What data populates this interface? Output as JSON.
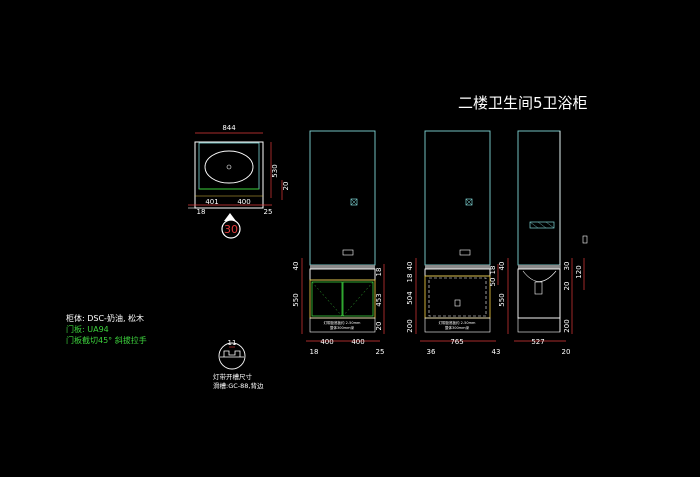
{
  "title": "二楼卫生间5卫浴柜",
  "notes": {
    "line1": "柜体: DSC-奶油, 松木",
    "line2": "门板: UA94",
    "line3": "门板截切45° 斜拔拉手"
  },
  "detail": {
    "dim": "11",
    "caption1": "灯带开槽尺寸",
    "caption2": "滑槽:GC-88,背边"
  },
  "plan": {
    "width": "844",
    "right_dims": [
      "530",
      "20"
    ],
    "bottom_dims": [
      "18",
      "401",
      "400",
      "25"
    ],
    "marker": "30"
  },
  "front": {
    "left_dims": [
      "40",
      "550"
    ],
    "right_dims": [
      "18",
      "453",
      "20"
    ],
    "bottom_dims": [
      "18",
      "400",
      "400",
      "25"
    ],
    "label1": "灯带距底板约 2-50mm",
    "label2": "整体300mm深"
  },
  "section": {
    "left_dims": [
      "40",
      "18",
      "504",
      "200"
    ],
    "right_dims": [
      "18",
      "50"
    ],
    "bottom_dims": [
      "36",
      "765",
      "43"
    ],
    "label1": "灯带距底板约 2-50mm",
    "label2": "整体300mm深"
  },
  "side": {
    "left_dims": [
      "40",
      "550"
    ],
    "right_dims": [
      "30",
      "20",
      "120",
      "200"
    ],
    "bottom_dims": [
      "527",
      "20"
    ]
  },
  "colors": {
    "background": "#000000",
    "outline": "#7fd6d6",
    "dim": "#e23a3a",
    "text": "#ffffff",
    "green": "#3cd03c",
    "yellow": "#e0c040",
    "gray": "#8a8a8a"
  }
}
